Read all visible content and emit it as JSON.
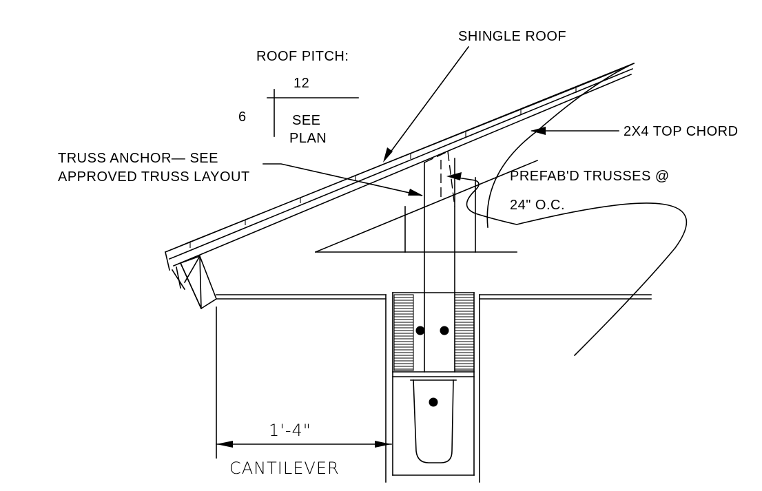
{
  "labels": {
    "roof_pitch_title": "ROOF PITCH:",
    "pitch_run": "12",
    "pitch_rise": "6",
    "pitch_note_line1": "SEE",
    "pitch_note_line2": "PLAN",
    "shingle_roof": "SHINGLE ROOF",
    "top_chord": "2X4 TOP CHORD",
    "truss_anchor_line1": "TRUSS ANCHOR— SEE",
    "truss_anchor_line2": "APPROVED TRUSS LAYOUT",
    "prefab_line1": "PREFAB'D TRUSSES @",
    "prefab_line2": "24\" O.C.",
    "dimension": "1'-4\"",
    "cantilever": "CANTILEVER"
  }
}
